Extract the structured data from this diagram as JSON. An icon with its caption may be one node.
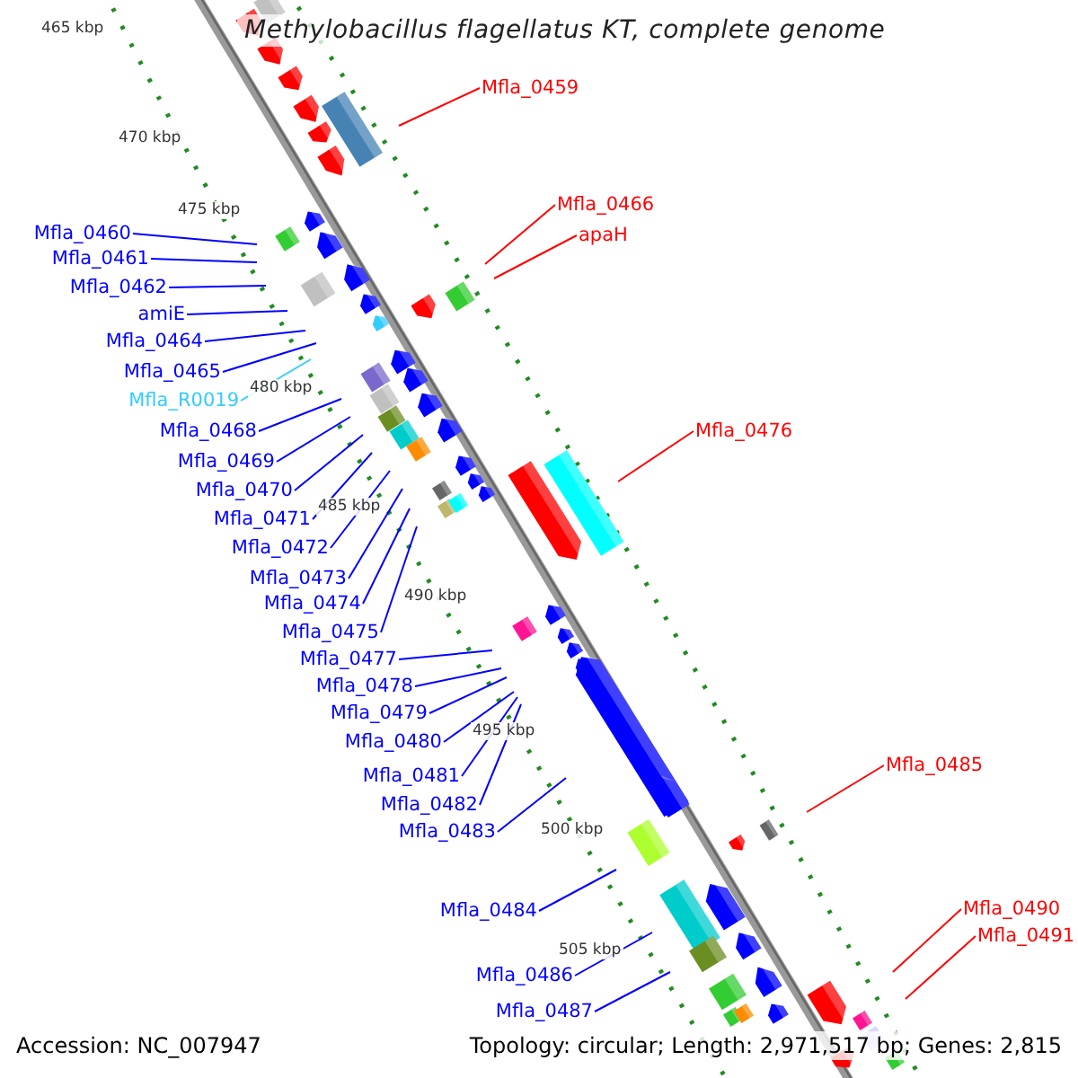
{
  "diagram": {
    "title": "Methylobacillus flagellatus KT, complete genome",
    "nodes": [
      {
        "text": [
          "Mfla_0459"
        ]
      },
      {
        "text": [
          "Mfla_0466"
        ]
      },
      {
        "text": [
          "Mfla_0460"
        ]
      },
      {
        "text": [
          "apaH"
        ]
      },
      {
        "text": [
          "Mfla_0461"
        ]
      },
      {
        "text": [
          "Mfla_0462"
        ]
      },
      {
        "text": [
          "amiE"
        ]
      },
      {
        "text": [
          "Mfla_0464"
        ]
      },
      {
        "text": [
          "Mfla_0465"
        ]
      },
      {
        "text": [
          "Mfla_R0019"
        ]
      },
      {
        "text": [
          "Mfla_0468"
        ]
      },
      {
        "text": [
          "Mfla_0476"
        ]
      },
      {
        "text": [
          "Mfla_0469"
        ]
      },
      {
        "text": [
          "Mfla_0470"
        ]
      },
      {
        "text": [
          "Mfla_0471"
        ]
      },
      {
        "text": [
          "Mfla_0472"
        ]
      },
      {
        "text": [
          "Mfla_0473"
        ]
      },
      {
        "text": [
          "Mfla_0474"
        ]
      },
      {
        "text": [
          "Mfla_0475"
        ]
      },
      {
        "text": [
          "Mfla_0477"
        ]
      },
      {
        "text": [
          "Mfla_0478"
        ]
      },
      {
        "text": [
          "Mfla_0479"
        ]
      },
      {
        "text": [
          "Mfla_0480"
        ]
      },
      {
        "text": [
          "Mfla_0485"
        ]
      },
      {
        "text": [
          "Mfla_0481"
        ]
      },
      {
        "text": [
          "Mfla_0482"
        ]
      },
      {
        "text": [
          "Mfla_0483"
        ]
      },
      {
        "text": [
          "Mfla_0490"
        ]
      },
      {
        "text": [
          "Mfla_0484"
        ]
      },
      {
        "text": [
          "Mfla_0491"
        ]
      },
      {
        "text": [
          "Mfla_0486"
        ]
      },
      {
        "text": [
          "Mfla_0487"
        ]
      }
    ],
    "edges": [
      {
        "from": 0,
        "to": null,
        "arrow": "none",
        "color": "#ff0000"
      },
      {
        "from": 1,
        "to": null,
        "arrow": "none",
        "color": "#ff0000"
      },
      {
        "from": 2,
        "to": null,
        "arrow": "none"
      },
      {
        "from": 3,
        "to": null,
        "arrow": "none",
        "color": "#ff0000"
      },
      {
        "from": 4,
        "to": null,
        "arrow": "none"
      },
      {
        "from": 5,
        "to": null,
        "arrow": "none"
      },
      {
        "from": 6,
        "to": null,
        "arrow": "none"
      },
      {
        "from": 7,
        "to": null,
        "arrow": "none"
      },
      {
        "from": 8,
        "to": null,
        "arrow": "none"
      },
      {
        "from": 9,
        "to": null,
        "arrow": "none",
        "color": "#33ccff"
      },
      {
        "from": 10,
        "to": null,
        "arrow": "none"
      },
      {
        "from": 11,
        "to": null,
        "arrow": "none",
        "color": "#ff0000"
      },
      {
        "from": 12,
        "to": null,
        "arrow": "none"
      },
      {
        "from": 13,
        "to": null,
        "arrow": "none"
      },
      {
        "from": 14,
        "to": null,
        "arrow": "none"
      },
      {
        "from": 15,
        "to": null,
        "arrow": "none"
      },
      {
        "from": 16,
        "to": null,
        "arrow": "none"
      },
      {
        "from": 17,
        "to": null,
        "arrow": "none"
      },
      {
        "from": 18,
        "to": null,
        "arrow": "none"
      },
      {
        "from": 19,
        "to": null,
        "arrow": "none"
      },
      {
        "from": 20,
        "to": null,
        "arrow": "none"
      },
      {
        "from": 21,
        "to": null,
        "arrow": "none"
      },
      {
        "from": 22,
        "to": null,
        "arrow": "none"
      },
      {
        "from": 23,
        "to": null,
        "arrow": "none",
        "color": "#ff0000"
      },
      {
        "from": 24,
        "to": null,
        "arrow": "none"
      },
      {
        "from": 25,
        "to": null,
        "arrow": "none"
      },
      {
        "from": 26,
        "to": null,
        "arrow": "none"
      },
      {
        "from": 27,
        "to": null,
        "arrow": "none",
        "color": "#ff0000"
      },
      {
        "from": 28,
        "to": null,
        "arrow": "none"
      },
      {
        "from": 29,
        "to": null,
        "arrow": "none",
        "color": "#ff0000"
      },
      {
        "from": 30,
        "to": null,
        "arrow": "none"
      },
      {
        "from": 31,
        "to": null,
        "arrow": "none"
      }
    ],
    "labels": [
      "465 kbp",
      "470 kbp",
      "475 kbp",
      "480 kbp",
      "485 kbp",
      "490 kbp",
      "495 kbp",
      "500 kbp",
      "505 kbp",
      "Accession: NC_007947",
      "Topology: circular; Length: 2,971,517 bp; Genes: 2,815"
    ]
  }
}
